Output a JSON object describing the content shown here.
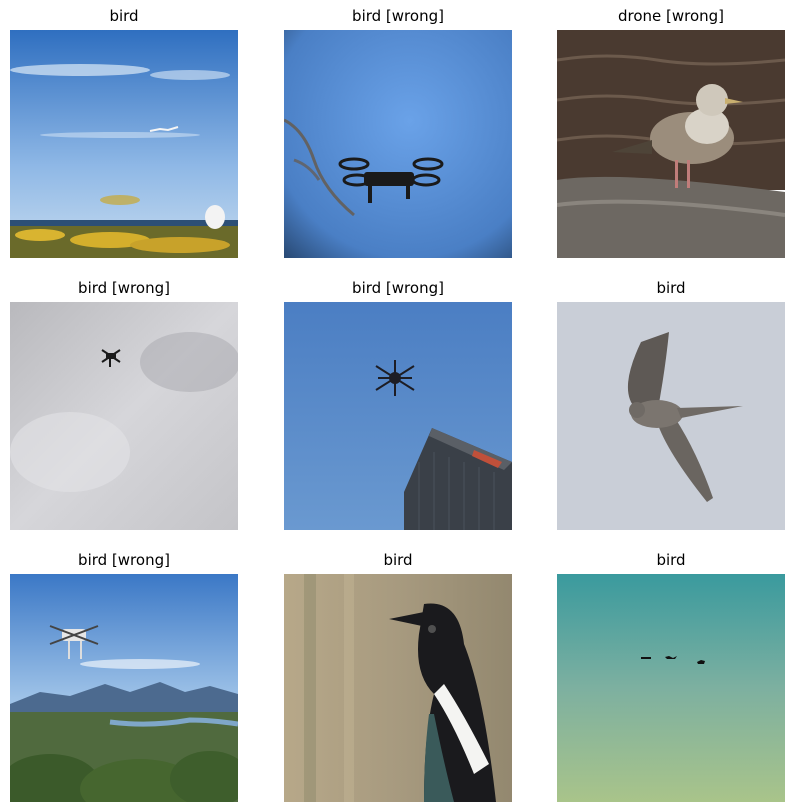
{
  "figure": {
    "panels": [
      {
        "label": "bird",
        "scene": "sky-seabird-flowers"
      },
      {
        "label": "bird [wrong]",
        "scene": "quadcopter-blue-sky"
      },
      {
        "label": "drone [wrong]",
        "scene": "gull-on-rock"
      },
      {
        "label": "bird [wrong]",
        "scene": "drone-overcast"
      },
      {
        "label": "bird [wrong]",
        "scene": "hexacopter-building"
      },
      {
        "label": "bird",
        "scene": "swift-flight"
      },
      {
        "label": "bird [wrong]",
        "scene": "phantom-drone-mountains"
      },
      {
        "label": "bird",
        "scene": "magpie-portrait"
      },
      {
        "label": "bird",
        "scene": "distant-birds-teal-sky"
      }
    ]
  }
}
